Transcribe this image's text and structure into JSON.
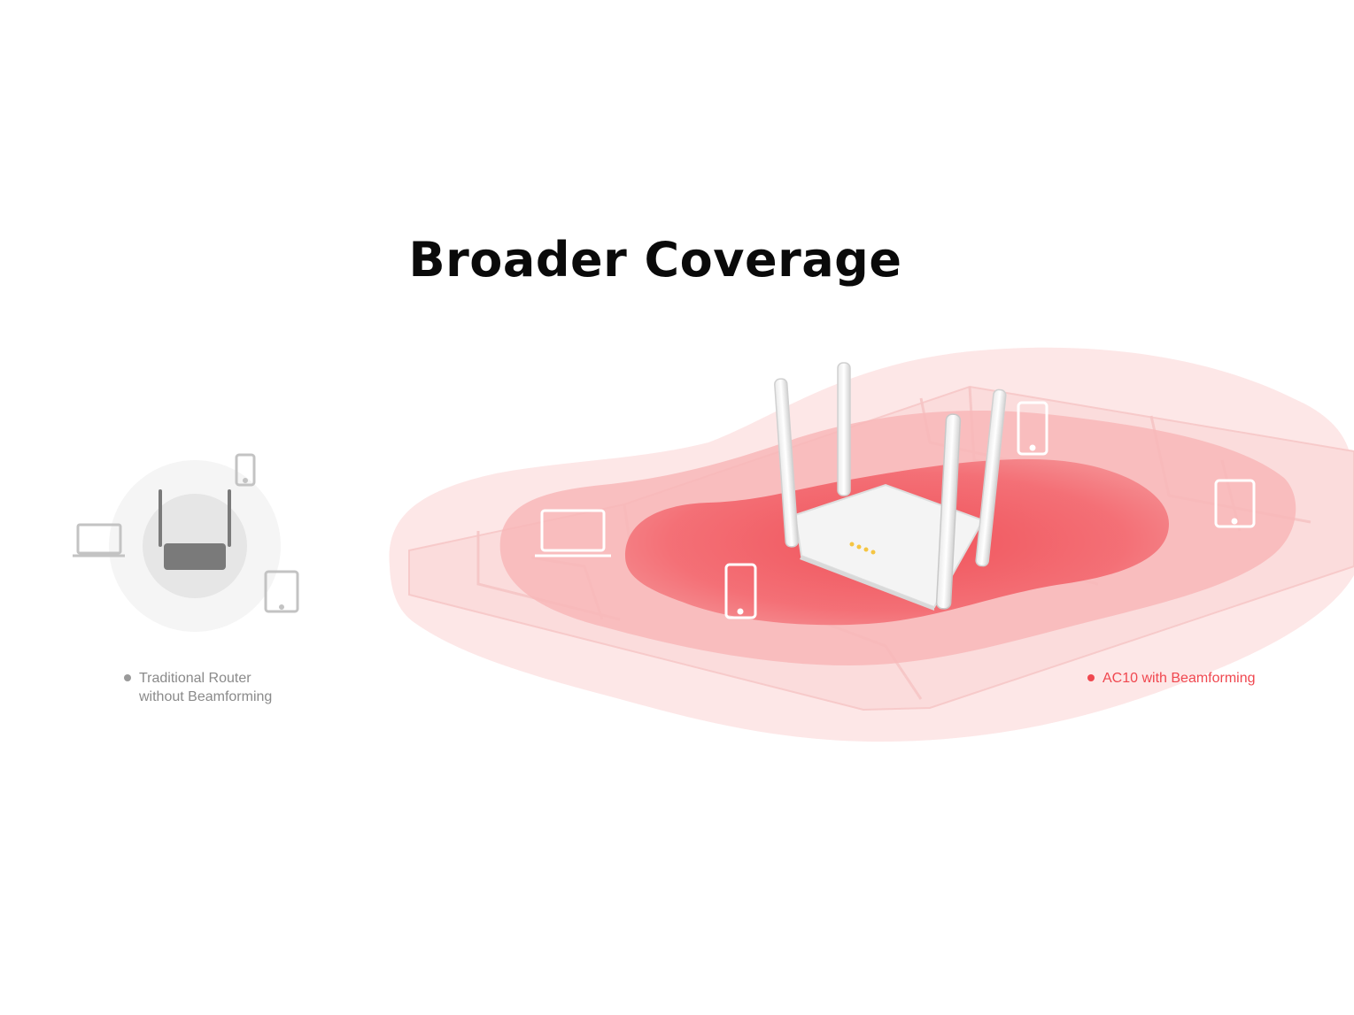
{
  "title": "Broader Coverage",
  "legend_left": {
    "line1": "Traditional Router",
    "line2": "without Beamforming",
    "dot_color": "#9a9a9a"
  },
  "legend_right": {
    "label": "AC10 with Beamforming",
    "color": "#f0474f"
  },
  "colors": {
    "coverage_outer": "#fde3e3",
    "coverage_mid": "#f9b9b9",
    "coverage_inner": "#f26a6e",
    "device_outline": "#ffffff",
    "traditional_device": "#c8c8c8",
    "traditional_router": "#7a7a7a"
  },
  "icons": {
    "traditional_devices": [
      "laptop-icon",
      "phone-icon",
      "tablet-icon"
    ],
    "ac10_devices": [
      "laptop-icon",
      "phone-icon",
      "phone-icon",
      "tablet-icon"
    ]
  }
}
